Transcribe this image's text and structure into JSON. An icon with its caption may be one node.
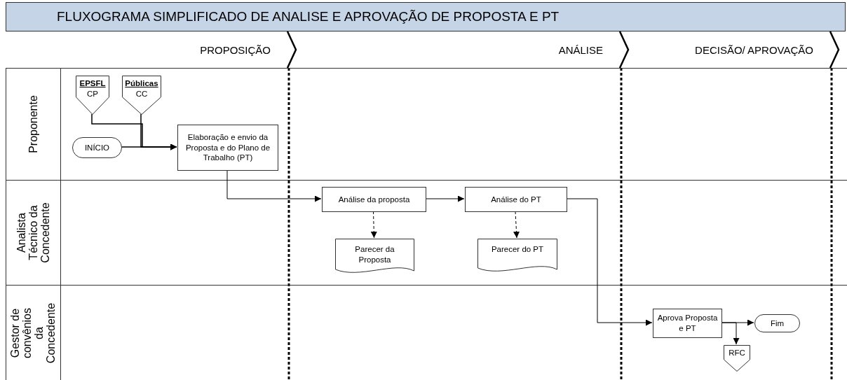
{
  "diagram": {
    "title": "FLUXOGRAMA SIMPLIFICADO DE ANALISE E APROVAÇÃO DE PROPOSTA E PT",
    "nodes": [
      {
        "text": [
          "Proponente"
        ]
      },
      {
        "text": [
          "Analista Técnico da Concedente"
        ]
      },
      {
        "text": [
          "Gestor de convênios da Concedente"
        ]
      },
      {
        "text": [
          "PROPOSIÇÃO"
        ]
      },
      {
        "text": [
          "ANÁLISE"
        ]
      },
      {
        "text": [
          "DECISÃO/ APROVAÇÃO"
        ]
      },
      {
        "text": [
          "EPSFL",
          "CP"
        ],
        "in": 0
      },
      {
        "text": [
          "Públicas",
          "CC"
        ],
        "in": 0
      },
      {
        "text": [
          "INÍCIO"
        ],
        "in": 0
      },
      {
        "text": [
          "Elaboração e envio da Proposta e do Plano de Trabalho (PT)"
        ],
        "in": 0
      },
      {
        "text": [
          "Análise da proposta"
        ],
        "in": 1
      },
      {
        "text": [
          "Parecer da Proposta"
        ],
        "in": 1
      },
      {
        "text": [
          "Análise do PT"
        ],
        "in": 1
      },
      {
        "text": [
          "Parecer do PT"
        ],
        "in": 1
      },
      {
        "text": [
          "Aprova Proposta e PT"
        ],
        "in": 2
      },
      {
        "text": [
          "Fim"
        ],
        "in": 2
      },
      {
        "text": [
          "RFC"
        ],
        "in": 2
      }
    ],
    "edges": [
      {
        "from": 6,
        "to": 9,
        "arrow": "to"
      },
      {
        "from": 7,
        "to": 9,
        "arrow": "to"
      },
      {
        "from": 8,
        "to": 9,
        "arrow": "to"
      },
      {
        "from": 9,
        "to": 10,
        "arrow": "to"
      },
      {
        "from": 10,
        "to": 12,
        "arrow": "to"
      },
      {
        "from": 10,
        "to": 11,
        "arrow": "to",
        "style": "dashed"
      },
      {
        "from": 12,
        "to": 13,
        "arrow": "to",
        "style": "dashed"
      },
      {
        "from": 12,
        "to": 14,
        "arrow": "to"
      },
      {
        "from": 14,
        "to": 15,
        "arrow": "to"
      },
      {
        "from": 14,
        "to": 16,
        "arrow": "to"
      }
    ]
  }
}
